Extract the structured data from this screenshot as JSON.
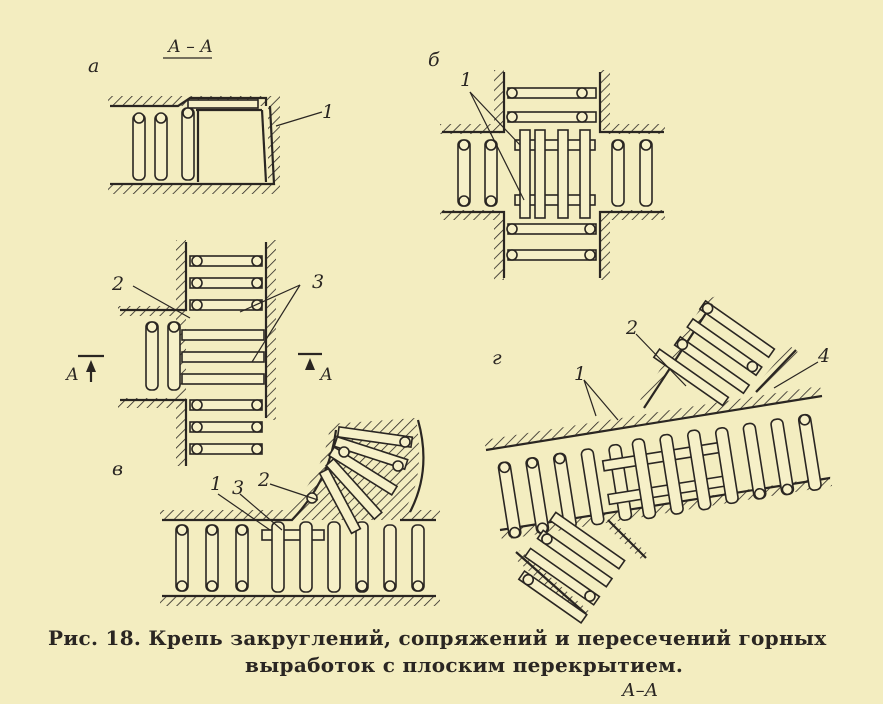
{
  "panels": {
    "a": {
      "letter": "а",
      "section": "А – А",
      "callouts": [
        "1"
      ]
    },
    "b": {
      "letter": "б",
      "callouts": [
        "1"
      ]
    },
    "v": {
      "letter": "в",
      "callouts": [
        "2",
        "3",
        "1",
        "3",
        "2"
      ],
      "section_marks": [
        "А",
        "А"
      ]
    },
    "g": {
      "letter": "г",
      "callouts": [
        "1",
        "2",
        "4"
      ]
    }
  },
  "caption": {
    "line1": "Рис. 18.  Крепь  закруглений,  сопряжений  и  пересечений  горных",
    "line2": "выработок  с  плоским   перекрытием."
  },
  "footer_mark": "А–А"
}
